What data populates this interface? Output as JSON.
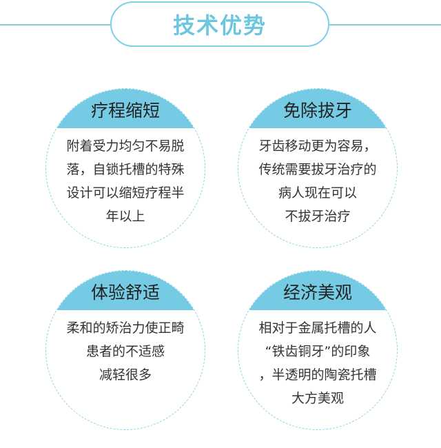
{
  "header": {
    "title": "技术优势"
  },
  "cards": [
    {
      "title": "疗程缩短",
      "lines": [
        "附着受力均匀不易脱",
        "落，自锁托槽的特殊",
        "设计可以缩短疗程半",
        "年以上"
      ]
    },
    {
      "title": "免除拔牙",
      "lines": [
        "牙齿移动更为容易，",
        "传统需要拔牙治疗的",
        "病人现在可以",
        "不拔牙治疗"
      ]
    },
    {
      "title": "体验舒适",
      "lines": [
        "柔和的矫治力使正畸",
        "患者的不适感",
        "减轻很多"
      ]
    },
    {
      "title": "经济美观",
      "lines": [
        "相对于金属托槽的人",
        "“铁齿铜牙”的印象",
        "，半透明的陶瓷托槽",
        "大方美观"
      ]
    }
  ],
  "colors": {
    "accent": "#75cbe4",
    "title": "#6cc6df",
    "text": "#333333"
  }
}
